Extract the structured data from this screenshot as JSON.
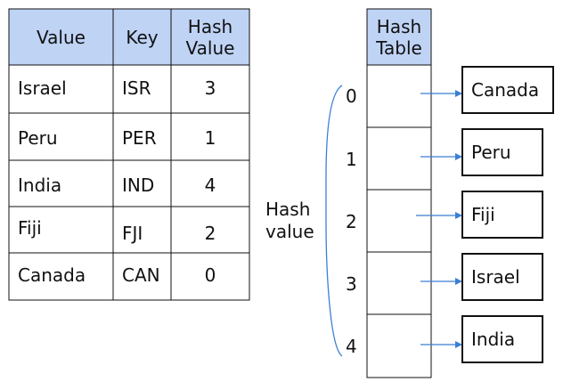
{
  "lookup_table": {
    "headers": {
      "value": "Value",
      "key": "Key",
      "hash_value": "Hash Value"
    },
    "rows": [
      {
        "value": "Israel",
        "key": "ISR",
        "hash": "3"
      },
      {
        "value": "Peru",
        "key": "PER",
        "hash": "1"
      },
      {
        "value": "India",
        "key": "IND",
        "hash": "4"
      },
      {
        "value": "Fiji",
        "key": "FJI",
        "hash": "2"
      },
      {
        "value": "Canada",
        "key": "CAN",
        "hash": "0"
      }
    ]
  },
  "hash_table": {
    "header": "Hash Table",
    "indices": [
      "0",
      "1",
      "2",
      "3",
      "4"
    ],
    "entries": [
      "Canada",
      "Peru",
      "Fiji",
      "Israel",
      "India"
    ]
  },
  "brace_label": "Hash value",
  "colors": {
    "header_fill": "#bfd3f5",
    "arrow": "#3b7fd4",
    "brace": "#3b7fd4",
    "border": "#111111"
  }
}
